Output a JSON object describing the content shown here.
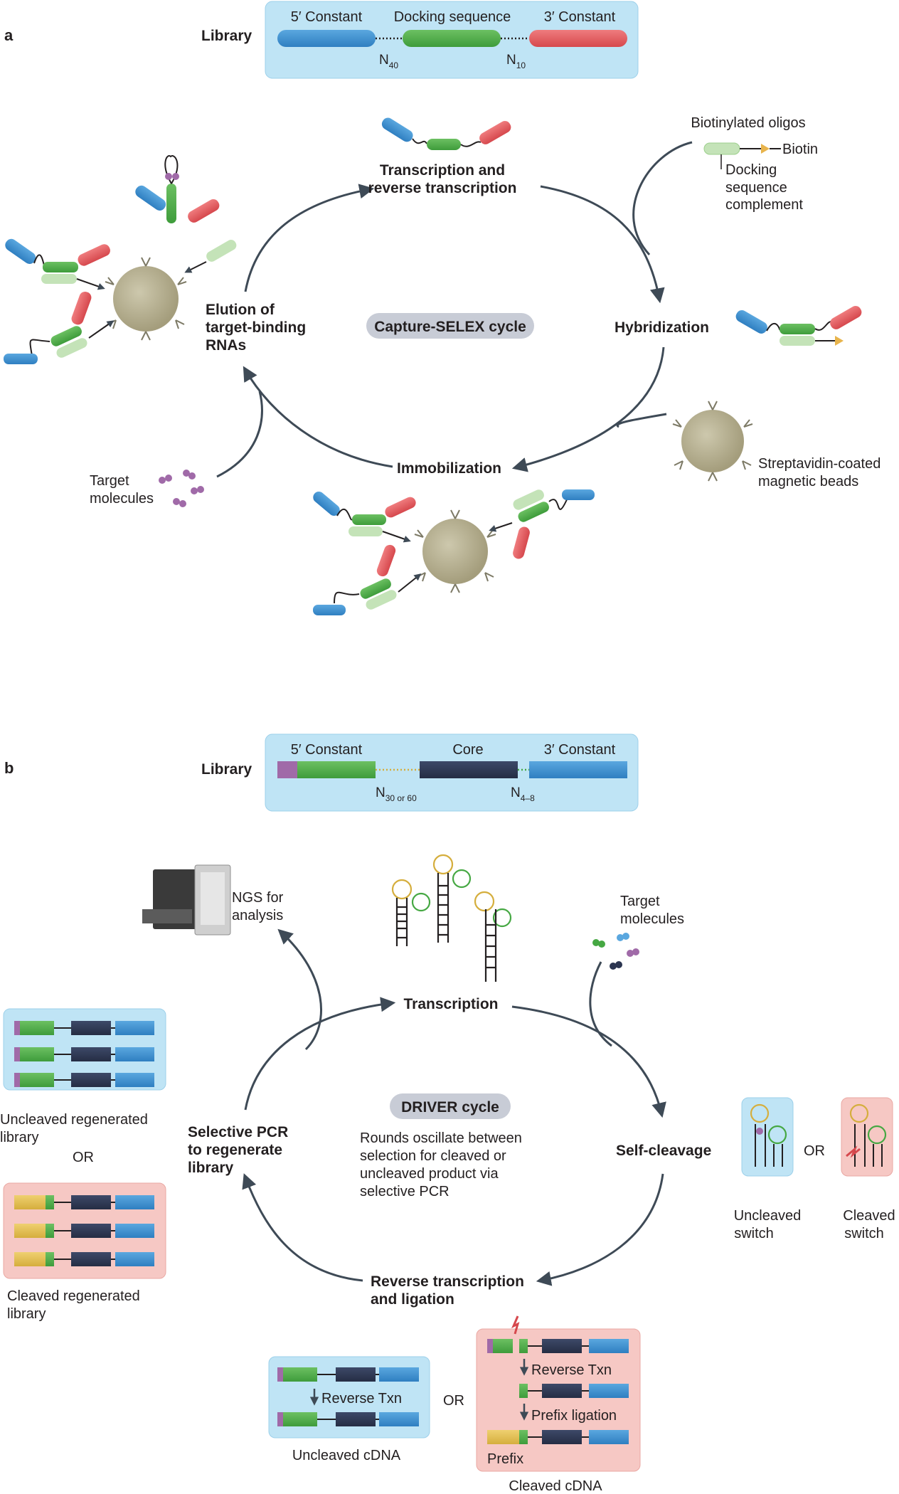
{
  "panel_a": {
    "label": "a",
    "library_label": "Library",
    "library": {
      "five_constant": "5′ Constant",
      "docking": "Docking sequence",
      "three_constant": "3′ Constant",
      "n1": "N",
      "n1_sub": "40",
      "n2": "N",
      "n2_sub": "10"
    },
    "steps": {
      "transcription_1": "Transcription and",
      "transcription_2": "reverse transcription",
      "hybridization": "Hybridization",
      "immobilization": "Immobilization",
      "elution_1": "Elution of",
      "elution_2": "target-binding",
      "elution_3": "RNAs"
    },
    "cycle_title": "Capture-SELEX cycle",
    "side": {
      "oligos": "Biotinylated oligos",
      "biotin": "Biotin",
      "docking_1": "Docking",
      "docking_2": "sequence",
      "docking_3": "complement",
      "beads_1": "Streptavidin-coated",
      "beads_2": "magnetic beads",
      "target_1": "Target",
      "target_2": "molecules"
    }
  },
  "panel_b": {
    "label": "b",
    "library_label": "Library",
    "library": {
      "five_constant": "5′ Constant",
      "core": "Core",
      "three_constant": "3′ Constant",
      "n1": "N",
      "n1_sub": "30 or 60",
      "n2": "N",
      "n2_sub": "4–8"
    },
    "steps": {
      "transcription": "Transcription",
      "self_cleavage": "Self-cleavage",
      "rt_1": "Reverse transcription",
      "rt_2": "and ligation",
      "pcr_1": "Selective PCR",
      "pcr_2": "to regenerate",
      "pcr_3": "library"
    },
    "cycle_title": "DRIVER cycle",
    "cycle_desc_1": "Rounds oscillate between",
    "cycle_desc_2": "selection for cleaved or",
    "cycle_desc_3": "uncleaved product via",
    "cycle_desc_4": "selective PCR",
    "side": {
      "ngs_1": "NGS for",
      "ngs_2": "analysis",
      "target_1": "Target",
      "target_2": "molecules",
      "uncleaved_switch_1": "Uncleaved",
      "uncleaved_switch_2": "switch",
      "or": "OR",
      "cleaved_switch_1": "Cleaved",
      "cleaved_switch_2": "switch",
      "uncl_lib_1": "Uncleaved regenerated",
      "uncl_lib_2": "library",
      "cl_lib_1": "Cleaved regenerated",
      "cl_lib_2": "library",
      "reverse_txn": "Reverse Txn",
      "prefix_ligation": "Prefix ligation",
      "prefix": "Prefix",
      "uncl_cdna": "Uncleaved cDNA",
      "cl_cdna": "Cleaved cDNA"
    }
  },
  "colors": {
    "blue": "#2f7fc1",
    "green": "#46a843",
    "light_green": "#c4e3b8",
    "red": "#e0565a",
    "navy": "#2b3550",
    "purple": "#a06aa8",
    "yellow": "#e2c052",
    "panel_blue": "#bfe4f5",
    "panel_red": "#f6c8c4",
    "bead": "#b8b291",
    "arrow": "#3e4a56",
    "pill": "#c8ccd6"
  }
}
